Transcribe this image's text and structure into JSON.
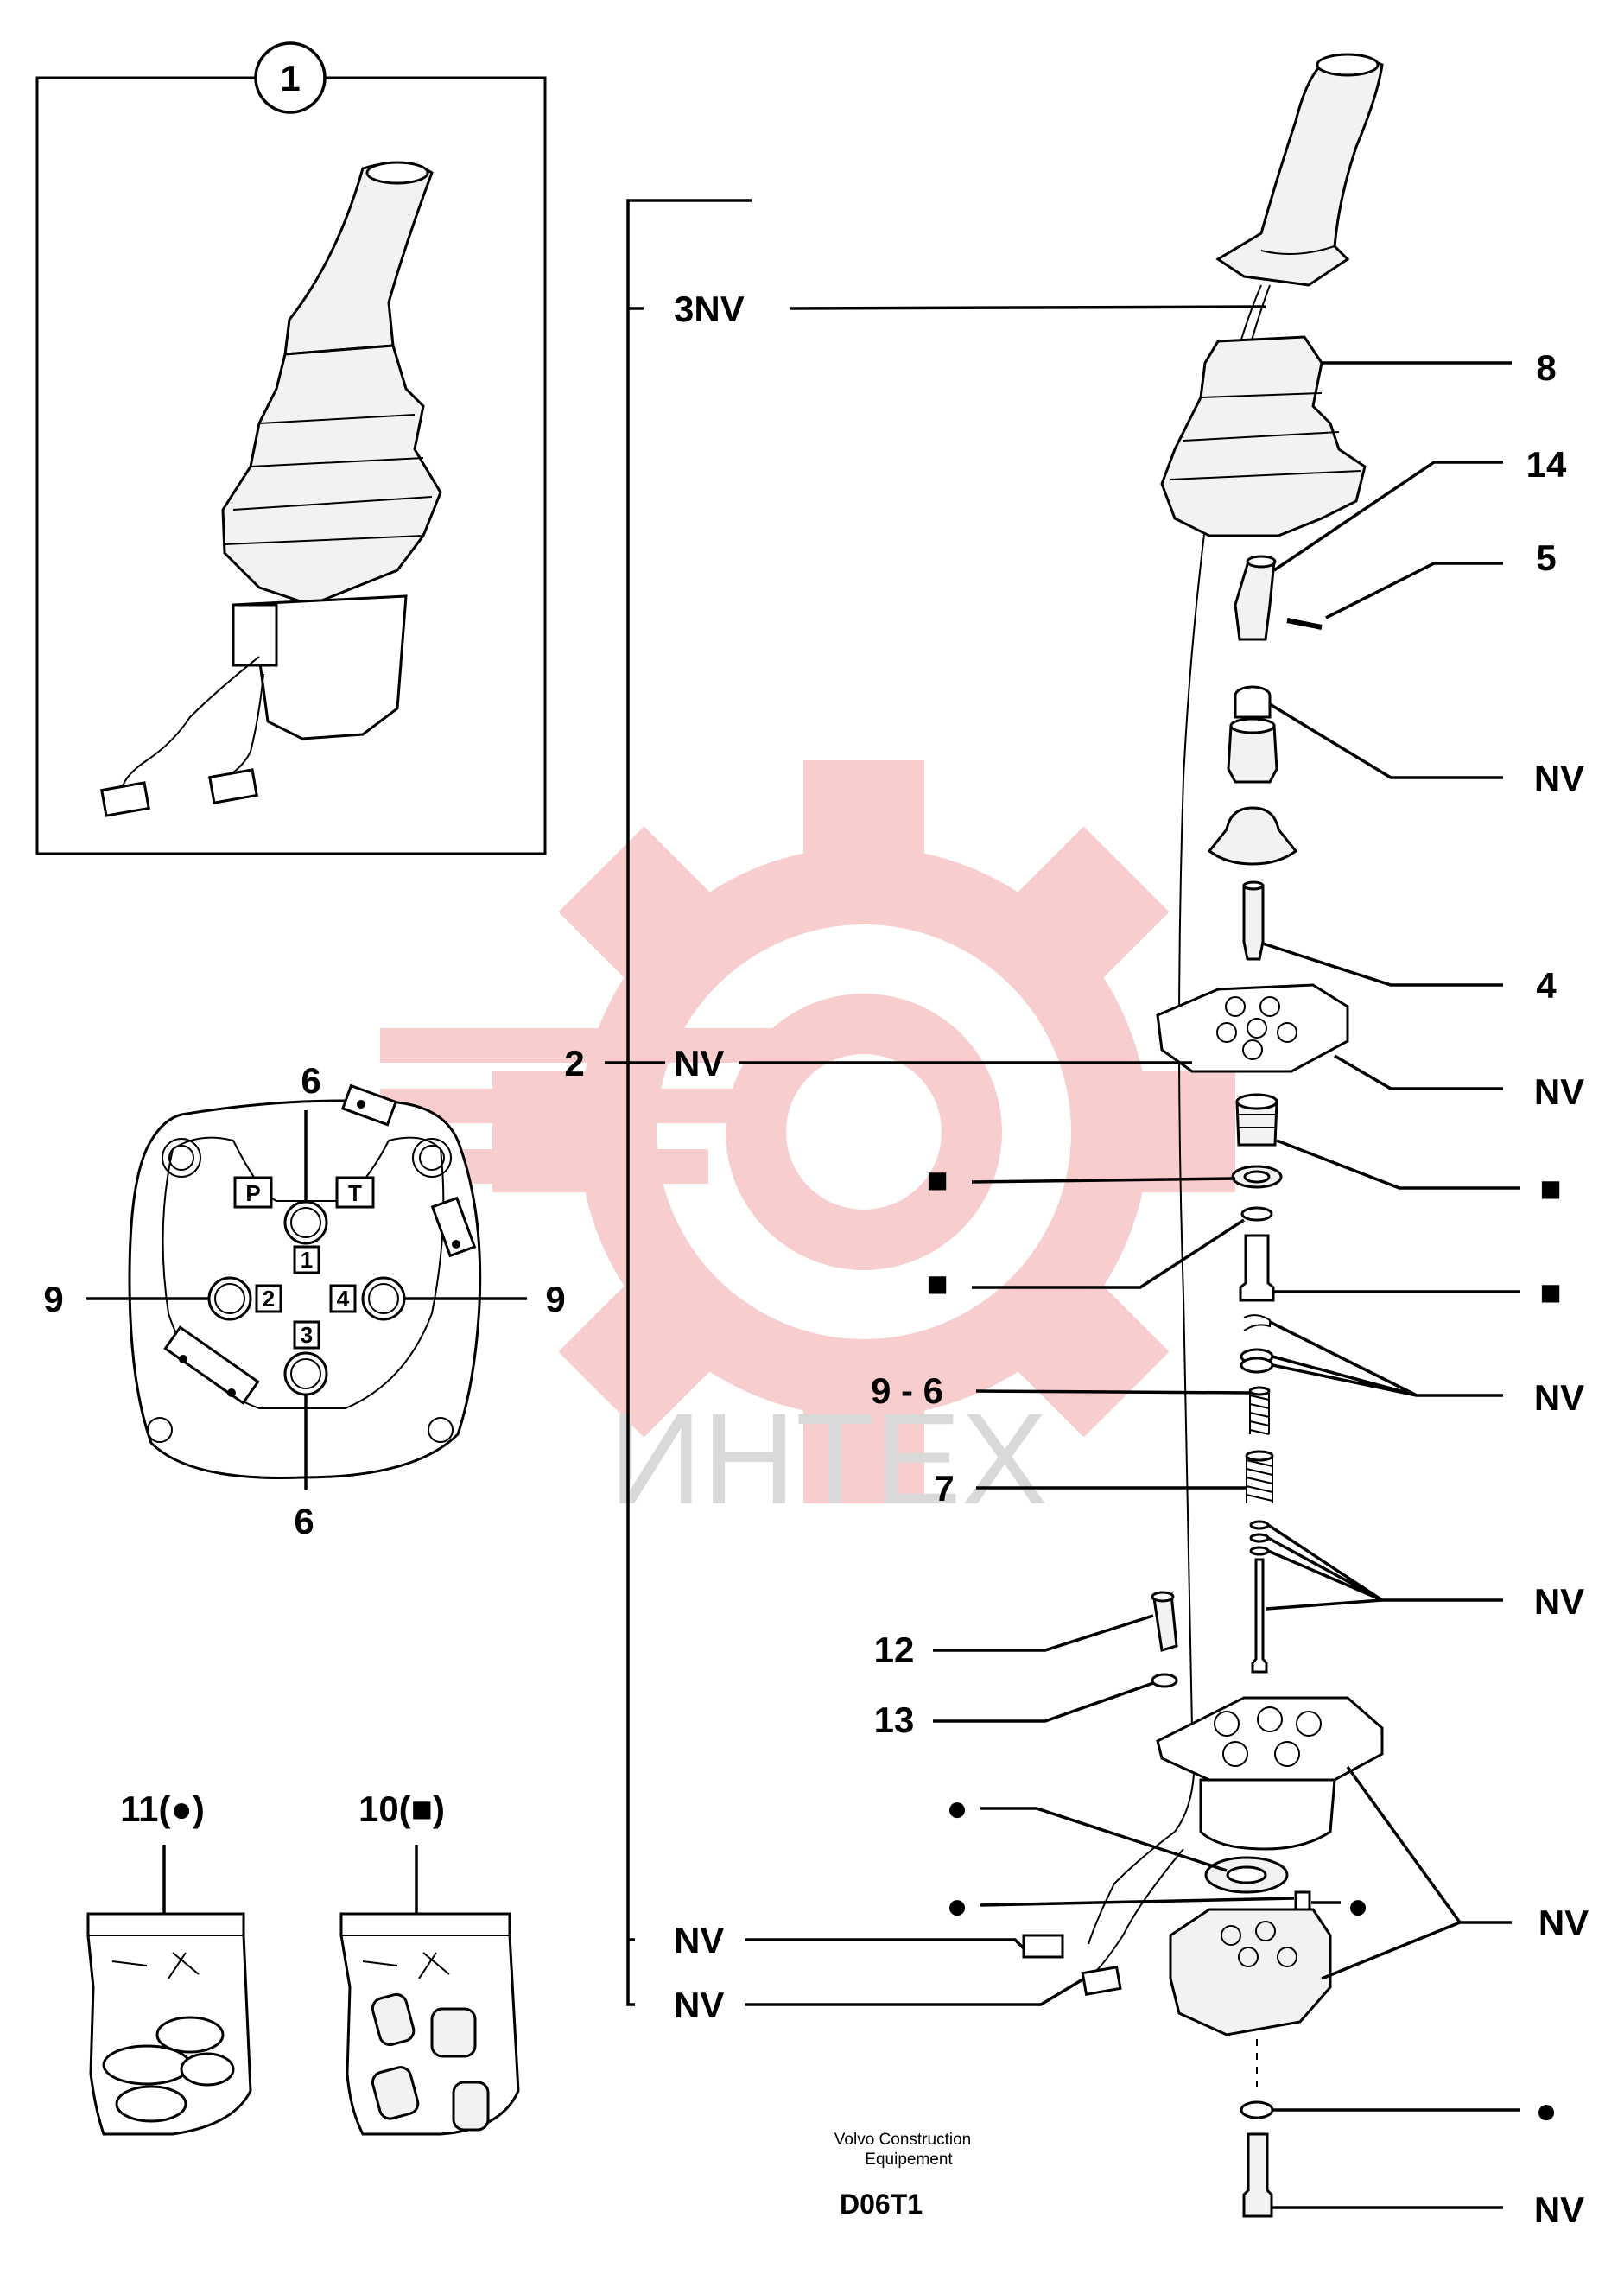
{
  "figure": {
    "inset_number": "1",
    "port_labels": {
      "p": "P",
      "t": "T",
      "port_1": "1",
      "port_2": "2",
      "port_3": "3",
      "port_4": "4"
    },
    "port_callouts": {
      "top": "6",
      "bottom": "6",
      "left": "9",
      "right": "9"
    },
    "kits": {
      "kit_11": "11(●)",
      "kit_10": "10(■)"
    },
    "left_labels": {
      "l_3nv": "3NV",
      "l_2": "2",
      "l_2nv": "NV",
      "l_sq1": "■",
      "l_sq2": "■",
      "l_96": "9 - 6",
      "l_7": "7",
      "l_12": "12",
      "l_13": "13",
      "l_dot1": "●",
      "l_dot2": "●",
      "l_nv_a": "NV",
      "l_nv_b": "NV"
    },
    "right_labels": {
      "r_8": "8",
      "r_14": "14",
      "r_5": "5",
      "r_nv1": "NV",
      "r_4": "4",
      "r_nv2": "NV",
      "r_sq1": "■",
      "r_sq2": "■",
      "r_nv3": "NV",
      "r_nv4": "NV",
      "r_dot_mid": "●",
      "r_nv5": "NV",
      "r_dot": "●",
      "r_nv6": "NV"
    },
    "footer": {
      "company_line1": "Volvo Construction",
      "company_line2": "Equipement",
      "code": "D06T1"
    },
    "watermark": "ИНТЕХ",
    "colors": {
      "line": "#000000",
      "watermark": "#f4a5a5"
    }
  }
}
